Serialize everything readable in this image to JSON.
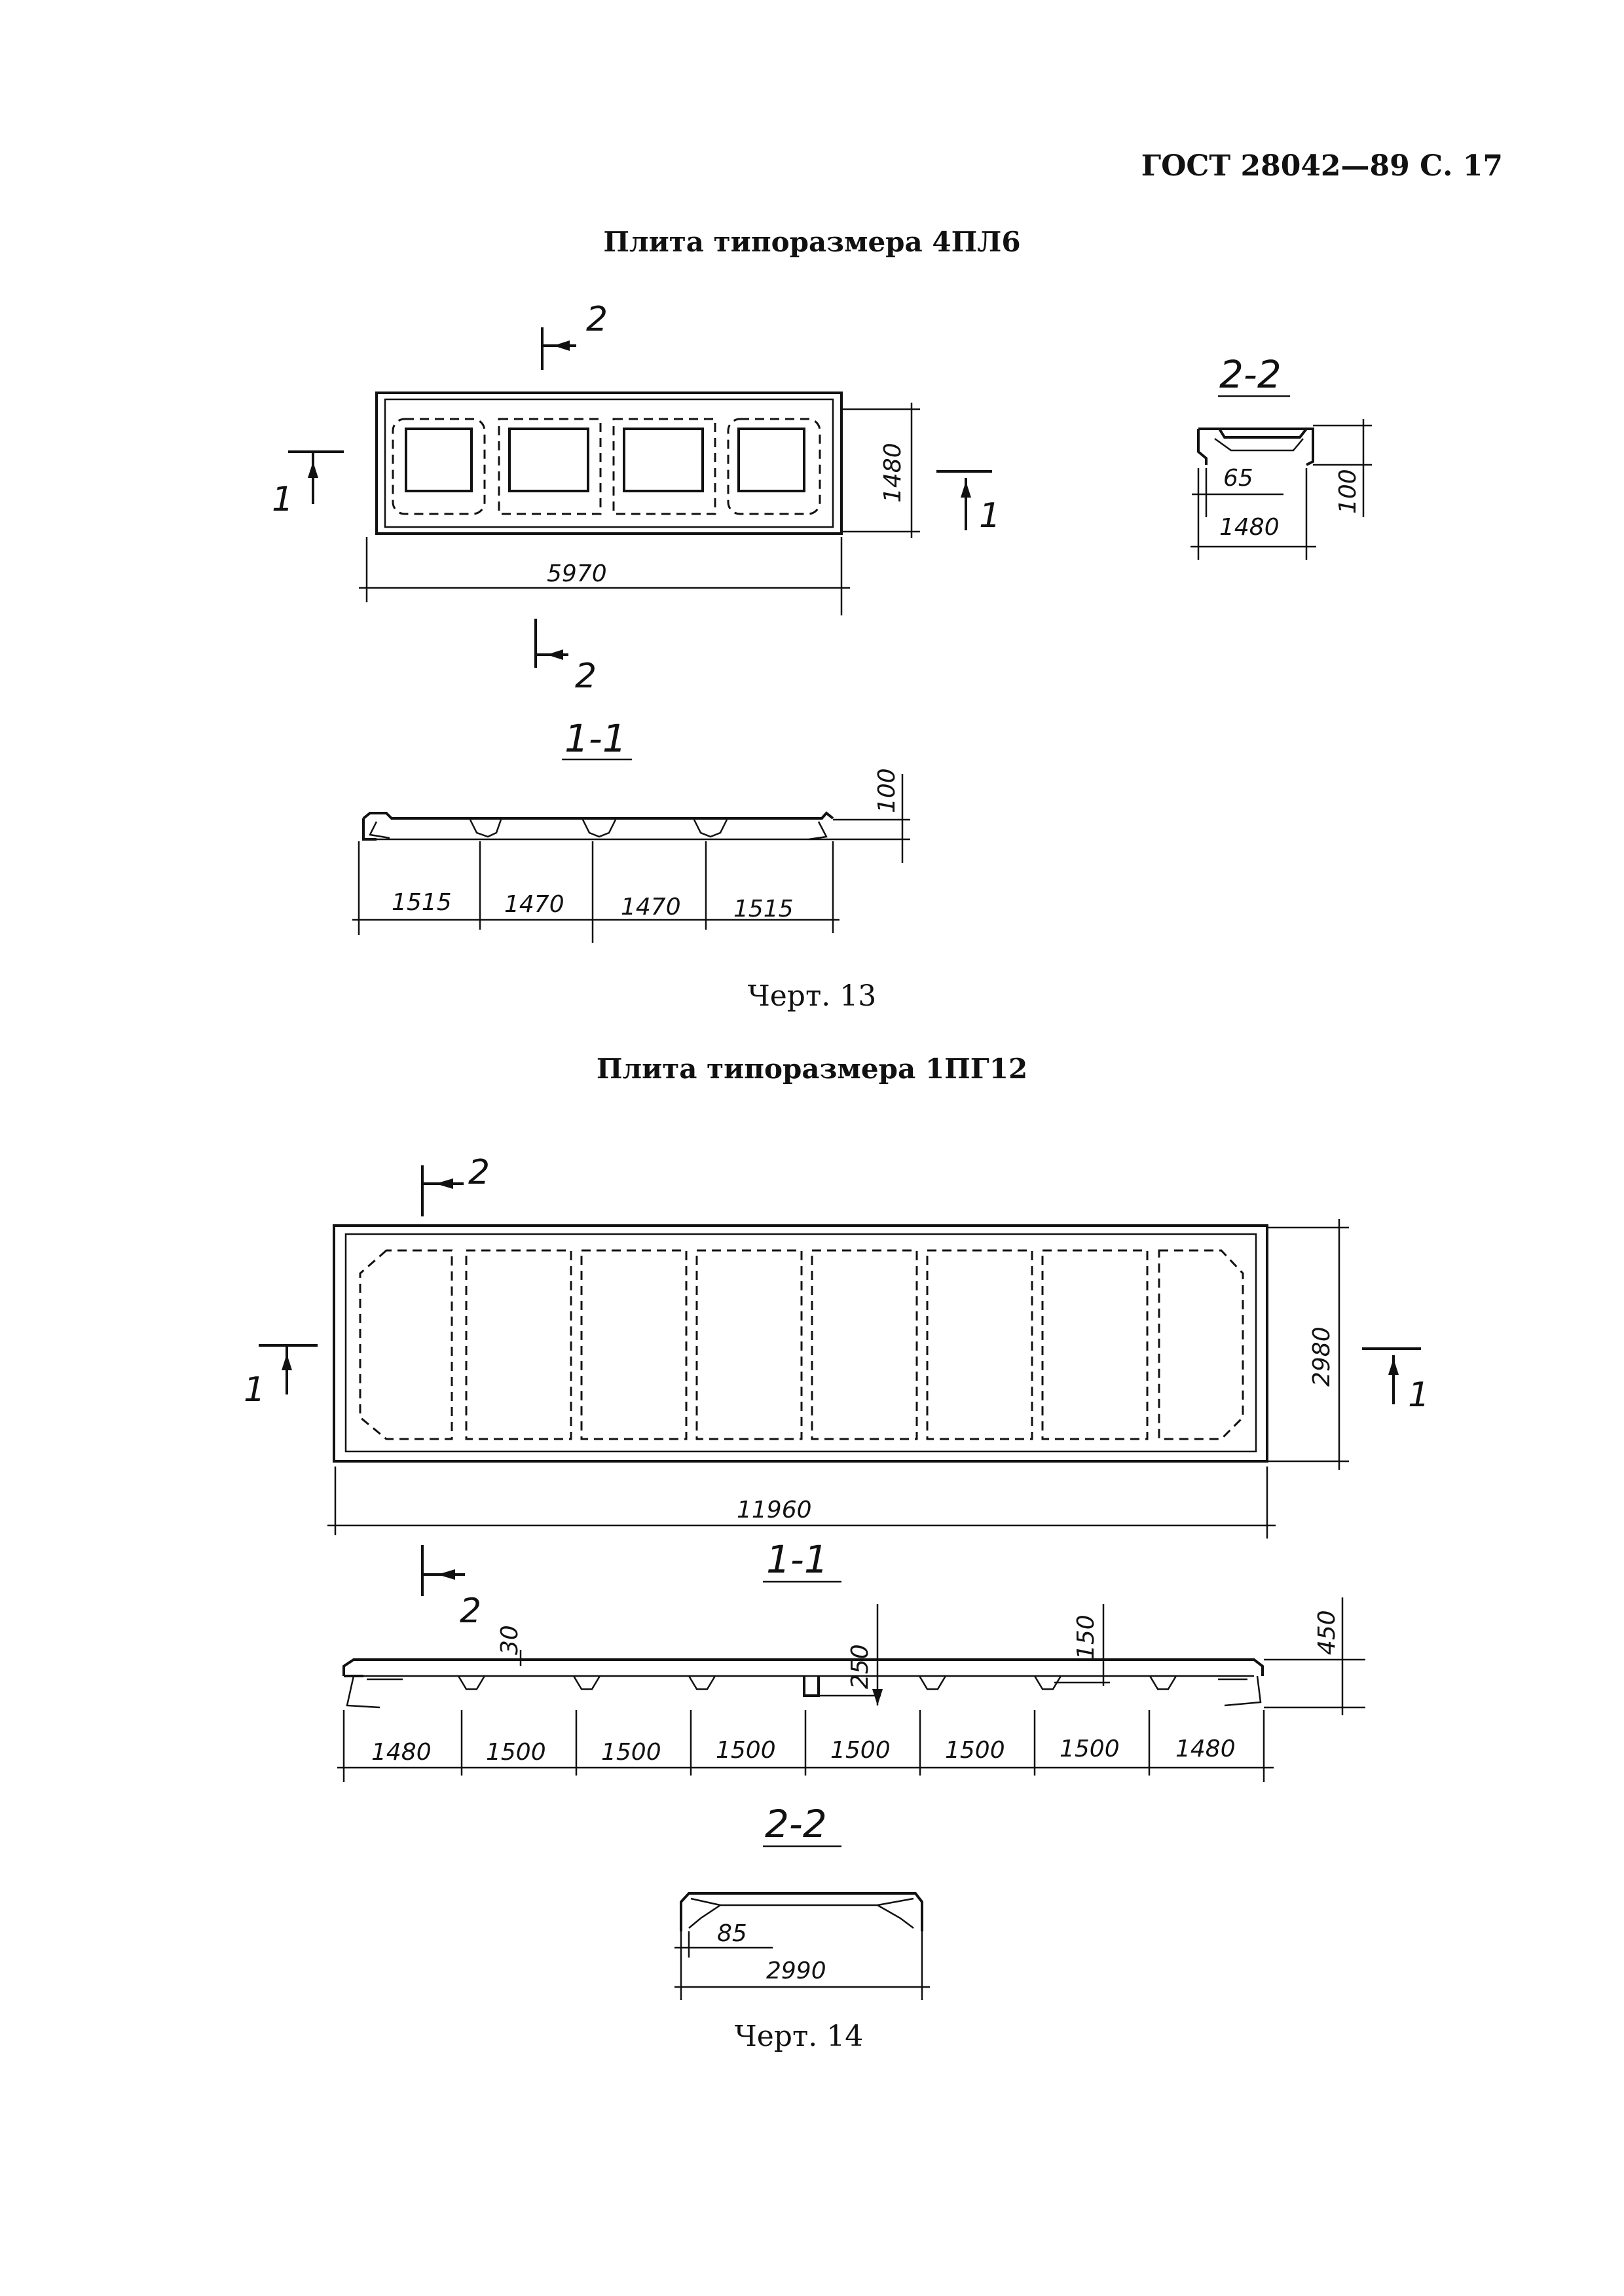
{
  "header": {
    "standard": "ГОСТ 28042—89 С. 17"
  },
  "figure13": {
    "title": "Плита типоразмера 4ПЛ6",
    "caption": "Черт. 13",
    "cut_1": "1",
    "cut_2": "2",
    "section_2_2_label": "2-2",
    "section_1_1_label": "1-1",
    "dims": {
      "width": "1480",
      "length": "5970",
      "rib": "65",
      "section_width": "1480",
      "section_height": "100",
      "elevation_height": "100",
      "spans": [
        "1515",
        "1470",
        "1470",
        "1515"
      ]
    }
  },
  "figure14": {
    "title": "Плита типоразмера 1ПГ12",
    "caption": "Черт. 14",
    "cut_1": "1",
    "cut_2": "2",
    "cut_2_top_mark": "2",
    "section_1_1_label": "1-1",
    "section_2_2_label": "2-2",
    "dims": {
      "width": "2980",
      "length": "11960",
      "height": "450",
      "rib_30": "30",
      "rib_250": "250",
      "rib_150": "150",
      "rib_85": "85",
      "section_width": "2990",
      "spans": [
        "1480",
        "1500",
        "1500",
        "1500",
        "1500",
        "1500",
        "1500",
        "1480"
      ]
    }
  }
}
